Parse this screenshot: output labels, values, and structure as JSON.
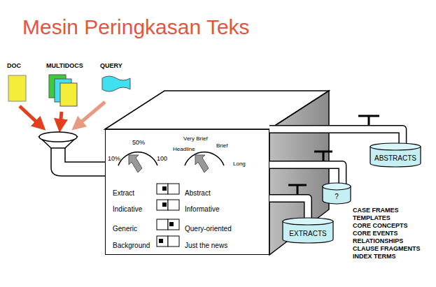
{
  "diagram": {
    "title": "Mesin Peringkasan Teks",
    "nodes": [
      {
        "text": [
          "DOC"
        ]
      },
      {
        "text": [
          "MULTIDOCS"
        ]
      },
      {
        "text": [
          "QUERY"
        ]
      },
      {
        "text": [
          "10%",
          "50%",
          "100",
          "Headline",
          "Very Brief",
          "Brief",
          "Long",
          "Extract",
          "Abstract",
          "Indicative",
          "Informative",
          "Generic",
          "Query-oriented",
          "Background",
          "Just the news"
        ]
      },
      {
        "text": [
          "ABSTRACTS"
        ]
      },
      {
        "text": [
          "?"
        ]
      },
      {
        "text": [
          "EXTRACTS"
        ]
      }
    ],
    "edges": [
      {
        "from": 3,
        "to": 4,
        "arrow": "none"
      },
      {
        "from": 3,
        "to": 5,
        "arrow": "none"
      },
      {
        "from": 3,
        "to": 6,
        "arrow": "none"
      }
    ],
    "labels": [
      "CASE FRAMES",
      "TEMPLATES",
      "CORE CONCEPTS",
      "CORE EVENTS",
      "RELATIONSHIPS",
      "CLAUSE FRAGMENTS",
      "INDEX TERMS"
    ]
  }
}
